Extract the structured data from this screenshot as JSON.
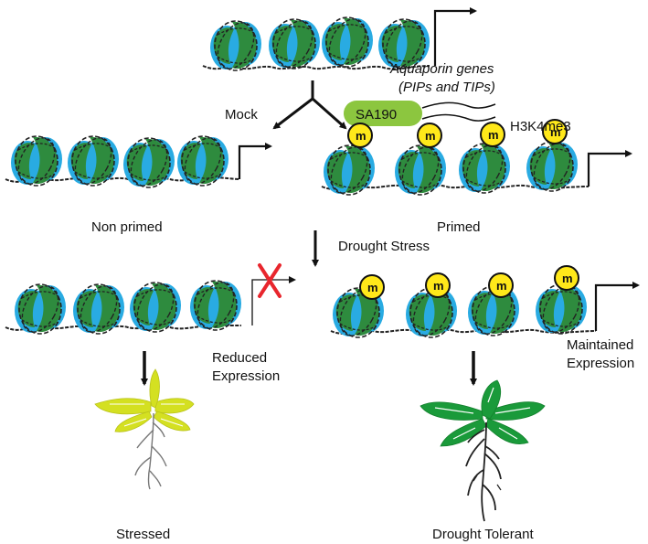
{
  "labels": {
    "gene_name": "Aquaporin genes",
    "gene_detail": "(PIPs and TIPs)",
    "protein": "SA190",
    "treatment_mock": "Mock",
    "mark_name": "H3K4me3",
    "state_non_primed": "Non primed",
    "state_primed": "Primed",
    "stress": "Drought Stress",
    "expr_reduced_1": "Reduced",
    "expr_reduced_2": "Expression",
    "expr_maintained_1": "Maintained",
    "expr_maintained_2": "Expression",
    "outcome_stressed": "Stressed",
    "outcome_tolerant": "Drought Tolerant",
    "methyl_symbol": "m"
  },
  "colors": {
    "histone_blue": "#29abe2",
    "histone_green": "#2e8b3e",
    "dna": "#222222",
    "methyl_fill": "#ffe81a",
    "protein_fill": "#8cc63f",
    "block_x": "#e8262d",
    "stressed_leaf": "#d4e021",
    "tolerant_leaf": "#1a9a3a",
    "root_stressed": "#777777",
    "root_tolerant": "#222222"
  },
  "icons": [
    "nucleosome-icon",
    "methyl-mark-icon",
    "transcription-arrow-icon",
    "block-x-icon",
    "stressed-seedling-icon",
    "tolerant-seedling-icon"
  ]
}
